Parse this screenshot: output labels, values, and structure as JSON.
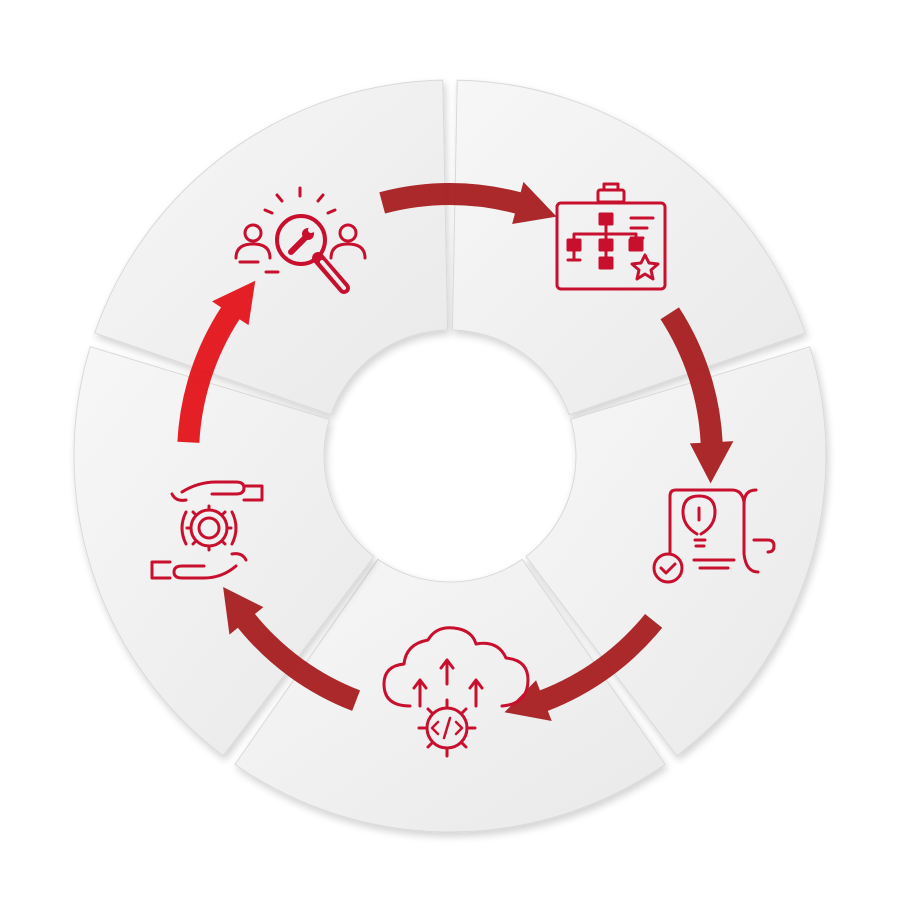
{
  "diagram": {
    "type": "cycle",
    "segment_count": 5,
    "colors": {
      "segment_fill": "#efefef",
      "segment_edge": "#d9d9d9",
      "icon": "#c8102e",
      "arrow_dark": "#a61c20",
      "arrow_bright": "#e3141a"
    },
    "steps": [
      {
        "id": "analysis",
        "icon": "team-search-wrench-icon"
      },
      {
        "id": "planning",
        "icon": "clipboard-org-chart-star-icon"
      },
      {
        "id": "design",
        "icon": "lightbulb-document-approved-icon"
      },
      {
        "id": "development",
        "icon": "cloud-code-gear-deploy-icon"
      },
      {
        "id": "maintenance",
        "icon": "hands-gear-support-icon"
      }
    ],
    "arrows": [
      {
        "from": "analysis",
        "to": "planning"
      },
      {
        "from": "planning",
        "to": "design"
      },
      {
        "from": "design",
        "to": "development"
      },
      {
        "from": "development",
        "to": "maintenance"
      },
      {
        "from": "maintenance",
        "to": "analysis"
      }
    ]
  }
}
